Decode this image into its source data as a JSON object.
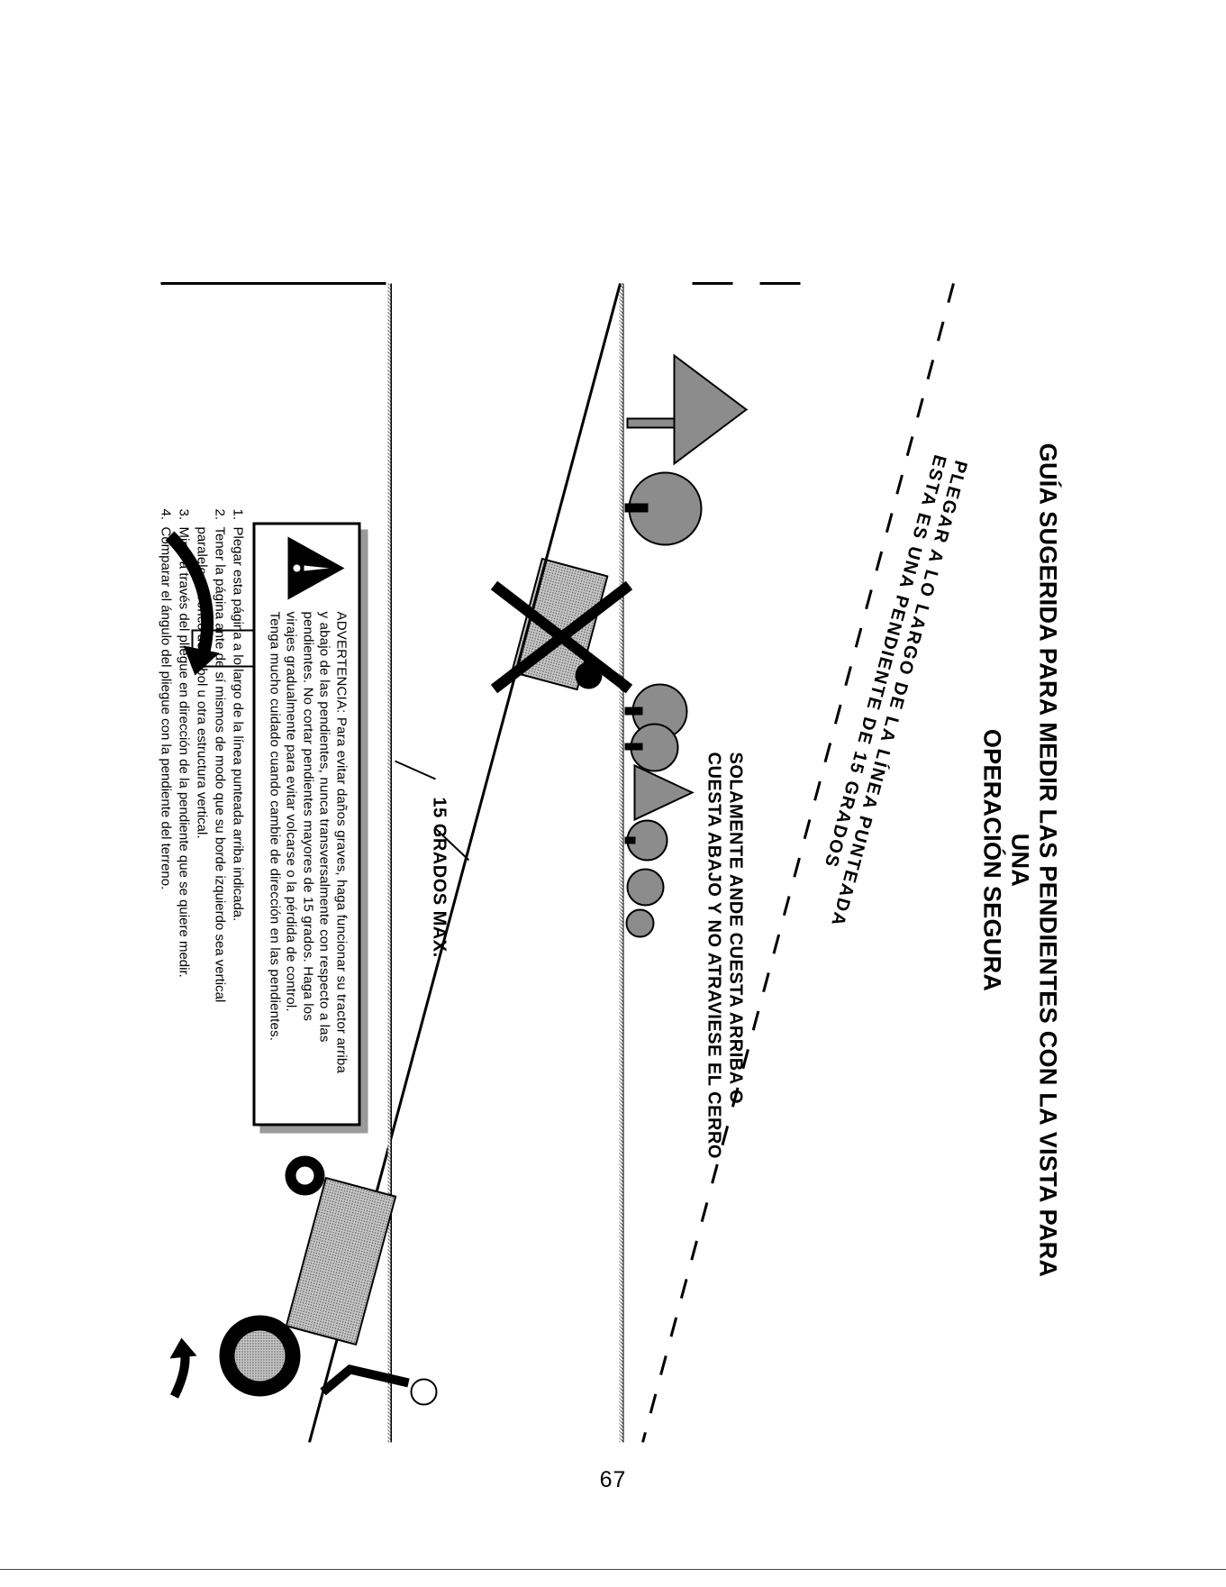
{
  "title": {
    "line1": "GUÍA SUGERIDA PARA MEDIR LAS PENDIENTES CON LA VISTA PARA UNA",
    "line2": "OPERACIÓN SEGURA"
  },
  "fold_instruction": {
    "line1": "PLEGAR A LO LARGO DE LA LÍNEA PUNTEADA",
    "line2": "ESTA ES UNA PENDIENTE DE 15 GRADOS"
  },
  "safe_operation": {
    "line1": "SOLAMENTE ANDE CUESTA ARRIBA O",
    "line2": "CUESTA ABAJO Y NO ATRAVIESE EL CERRO"
  },
  "slope_label": "15 GRADOS MAX.",
  "warning": {
    "label": "ADVERTENCIA:",
    "line1": "Para evitar daños graves, haga funcionar su tractor arriba",
    "line2": "y abajo de las pendientes, nunca transversalmente con respecto a las",
    "line3": "pendientes. No cortar pendientes mayores de 15 grados. Haga los",
    "line4": "virajes gradualmente para evitar volcarse o la pérdida de control.",
    "line5": "Tenga mucho cuidado cuando cambie de dirección en las pendientes."
  },
  "instructions": [
    {
      "num": "1.",
      "text": "Plegar esta página a lo largo de la línea punteada arriba indicada."
    },
    {
      "num": "2.",
      "text": "Tener la página ante de sí mismos de modo  que su borde izquierdo sea vertical"
    },
    {
      "num": "",
      "text": "paralelo al tronco del árbol u otra estructura vertical."
    },
    {
      "num": "3.",
      "text": "Mirar a través del pliegue en dirección de la pendiente que se quiere medir."
    },
    {
      "num": "4.",
      "text": "Comparar el ángulo del pliegue con la pendiente del terreno."
    }
  ],
  "page_number": "67",
  "colors": {
    "ink": "#000000",
    "tree_gray": "#8c8c8c",
    "hatch_gray": "#b0b0b0"
  }
}
